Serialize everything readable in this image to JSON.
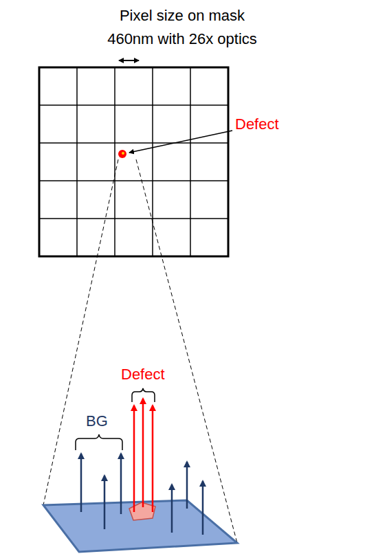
{
  "diagram": {
    "labels": [
      "Pixel size on mask 460nm with 26x optics",
      "Defect",
      "Defect",
      "BG"
    ]
  }
}
